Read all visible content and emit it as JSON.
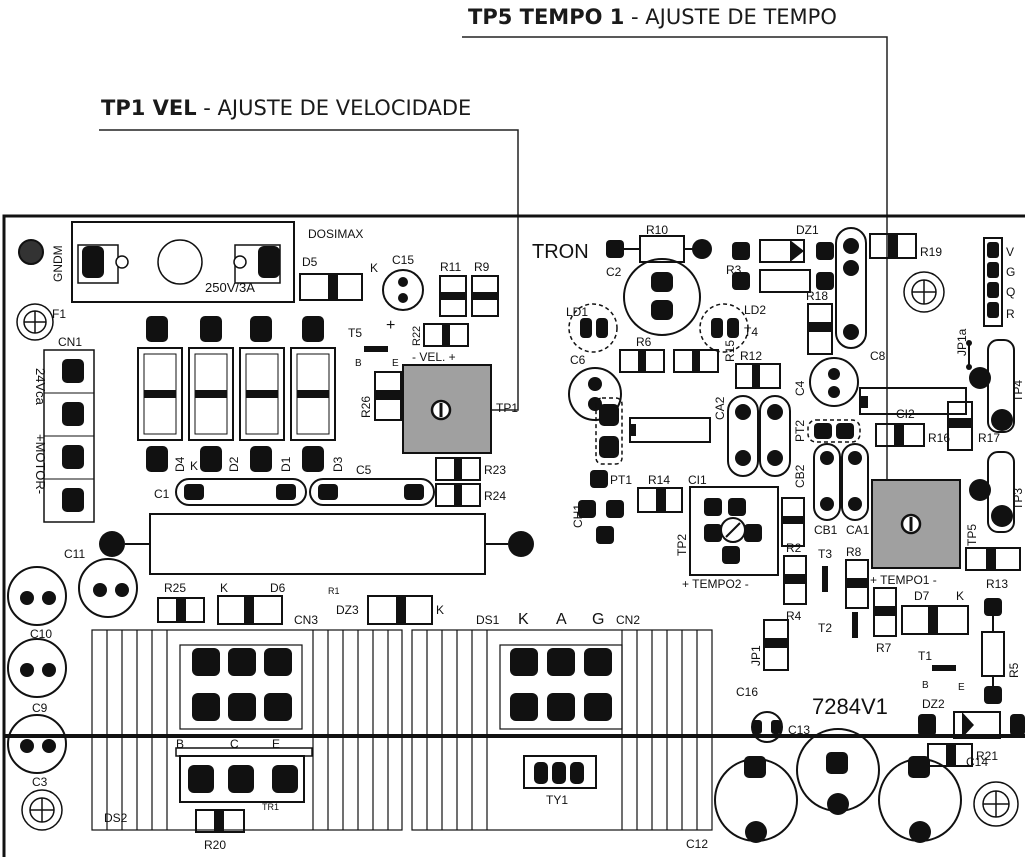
{
  "callouts": {
    "tp5": {
      "bold": "TP5 TEMPO 1",
      "rest": " - AJUSTE DE TEMPO"
    },
    "tp1": {
      "bold": "TP1 VEL",
      "rest": " - AJUSTE DE VELOCIDADE"
    }
  },
  "board": {
    "brand": "TRON",
    "model": "7284V1",
    "product": "DOSIMAX",
    "fuse_rating": "250V/3A",
    "labels": {
      "gndm": "GNDM",
      "f1": "F1",
      "cn1": "CN1",
      "v24": "24Vca",
      "motor": "+MOTOR-",
      "d5": "D5",
      "k": "K",
      "c15": "C15",
      "r11": "R11",
      "r9": "R9",
      "t5": "T5",
      "r22": "R22",
      "b": "B",
      "e": "E",
      "vel": "- VEL. +",
      "r26": "R26",
      "tp1": "TP1",
      "d4": "D4",
      "d2": "D2",
      "d1": "D1",
      "d3": "D3",
      "c1": "C1",
      "c5": "C5",
      "r23": "R23",
      "r24": "R24",
      "r1": "R1",
      "c11": "C11",
      "c10": "C10",
      "c9": "C9",
      "c3": "C3",
      "r25": "R25",
      "d6": "D6",
      "dz3": "DZ3",
      "cn3": "CN3",
      "c": "C",
      "ds2": "DS2",
      "tr1": "TR1",
      "r20": "R20",
      "r10": "R10",
      "c2": "C2",
      "ld1": "LD1",
      "ld2": "LD2",
      "r6": "R6",
      "r15": "R15",
      "t4": "T4",
      "c6": "C6",
      "r12": "R12",
      "ca2": "CA2",
      "c4": "C4",
      "pt2": "PT2",
      "cb2": "CB2",
      "ch1": "CH1",
      "pt1": "PT1",
      "r14": "R14",
      "ci1": "CI1",
      "tp2": "TP2",
      "tempo2": "+ TEMPO2 -",
      "ds1": "DS1",
      "a": "A",
      "g": "G",
      "cn2": "CN2",
      "ty1": "TY1",
      "jp1": "JP1",
      "r2": "R2",
      "t3": "T3",
      "r8": "R8",
      "r4": "R4",
      "t2": "T2",
      "r7": "R7",
      "c16": "C16",
      "c13": "C13",
      "c12": "C12",
      "dz1": "DZ1",
      "r3": "R3",
      "r18": "R18",
      "c8": "C8",
      "r19": "R19",
      "v": "V",
      "q": "Q",
      "r": "R",
      "jp1a": "JP1a",
      "tp4": "TP4",
      "r17": "R17",
      "ci2": "CI2",
      "r16": "R16",
      "cb1": "CB1",
      "ca1": "CA1",
      "tp3": "TP3",
      "tp5": "TP5",
      "tempo1": "+ TEMPO1 -",
      "r13": "R13",
      "d7": "D7",
      "r5": "R5",
      "t1": "T1",
      "dz2": "DZ2",
      "r21": "R21",
      "c14": "C14",
      "plus": "+"
    }
  }
}
